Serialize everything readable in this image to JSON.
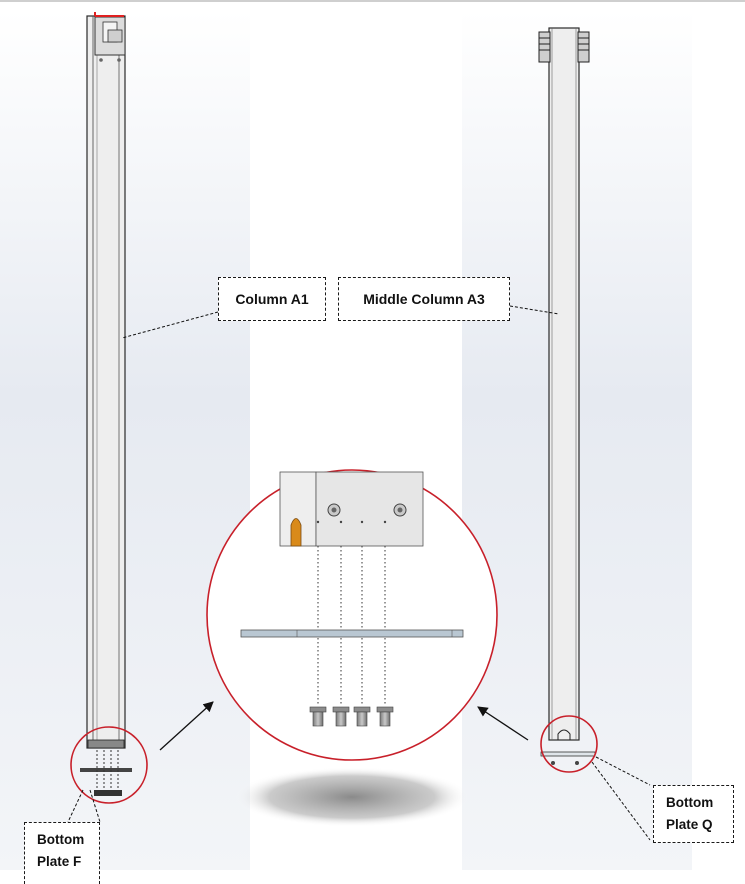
{
  "labels": {
    "column_a1": "Column A1",
    "middle_column_a3": "Middle Column A3",
    "bottom_plate_f": [
      "Bottom",
      "Plate F"
    ],
    "bottom_plate_q": [
      "Bottom",
      "Plate Q"
    ]
  },
  "colors": {
    "column_fill": "#eeeeee",
    "column_edge": "#2a2a2a",
    "magnifier_ring": "#c8202a",
    "plate_fill": "#b9c7d2",
    "bolt_fill": "#9a9a9a",
    "hole_accent": "#d98a1a",
    "top_marker": "#e02020"
  }
}
